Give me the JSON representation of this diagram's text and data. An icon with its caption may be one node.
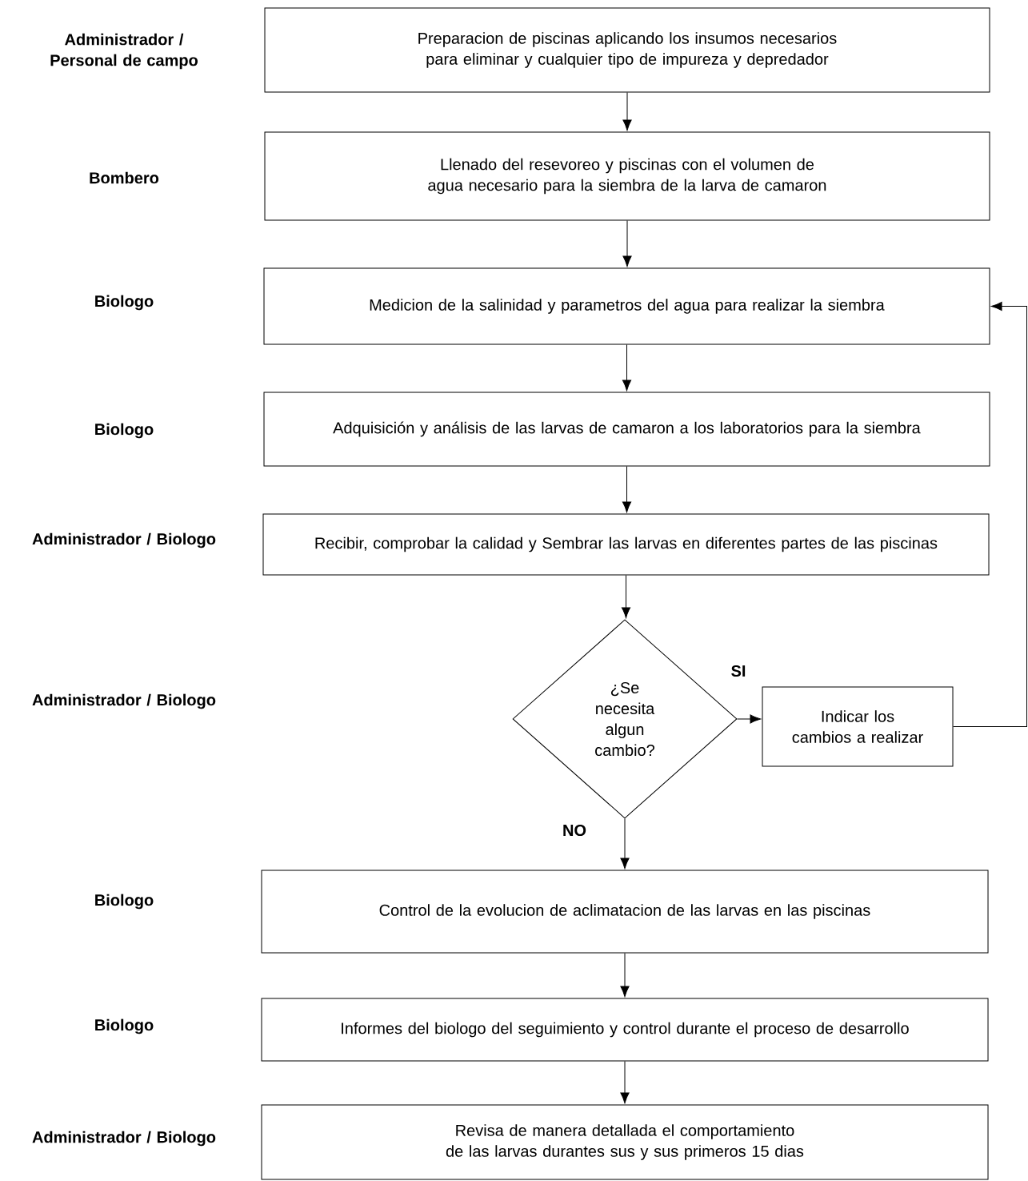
{
  "diagram": {
    "nodes": [
      {
        "text": [
          "Preparacion de piscinas aplicando los insumos necesarios para eliminar y cualquier tipo de impureza y depredador"
        ]
      },
      {
        "text": [
          "Llenado del resevoreo y piscinas con el volumen de agua necesario para la siembra de la larva de camaron"
        ]
      },
      {
        "text": [
          "Medicion de la salinidad y parametros del agua para realizar la siembra"
        ]
      },
      {
        "text": [
          "Adquisición y análisis de las larvas de camaron a los laboratorios para la siembra"
        ]
      },
      {
        "text": [
          "Recibir, comprobar la calidad y Sembrar las larvas en diferentes partes de las piscinas"
        ]
      },
      {
        "text": [
          "¿Se necesita algun cambio?"
        ]
      },
      {
        "text": [
          "Indicar los cambios a realizar"
        ]
      },
      {
        "text": [
          "Control de la evolucion de aclimatacion de las larvas en las piscinas"
        ]
      },
      {
        "text": [
          "Informes del biologo del seguimiento y control durante el proceso de desarrollo"
        ]
      },
      {
        "text": [
          "Revisa de manera detallada el comportamiento de las larvas durantes sus y sus primeros 15 dias"
        ]
      }
    ],
    "edges": [
      {
        "from": 0,
        "to": 1,
        "arrow": "to"
      },
      {
        "from": 1,
        "to": 2,
        "arrow": "to"
      },
      {
        "from": 2,
        "to": 3,
        "arrow": "to"
      },
      {
        "from": 3,
        "to": 4,
        "arrow": "to"
      },
      {
        "from": 4,
        "to": 5,
        "arrow": "to"
      },
      {
        "from": 5,
        "to": 6,
        "arrow": "to",
        "label": "SI"
      },
      {
        "from": 6,
        "to": 2,
        "arrow": "to"
      },
      {
        "from": 5,
        "to": 7,
        "arrow": "to",
        "label": "NO"
      },
      {
        "from": 7,
        "to": 8,
        "arrow": "to"
      },
      {
        "from": 8,
        "to": 9,
        "arrow": "to"
      }
    ],
    "labels": [
      "Administrador / Personal de campo",
      "Bombero",
      "Biologo",
      "Biologo",
      "Administrador / Biologo",
      "Administrador / Biologo",
      "Biologo",
      "Biologo",
      "Administrador / Biologo"
    ]
  }
}
